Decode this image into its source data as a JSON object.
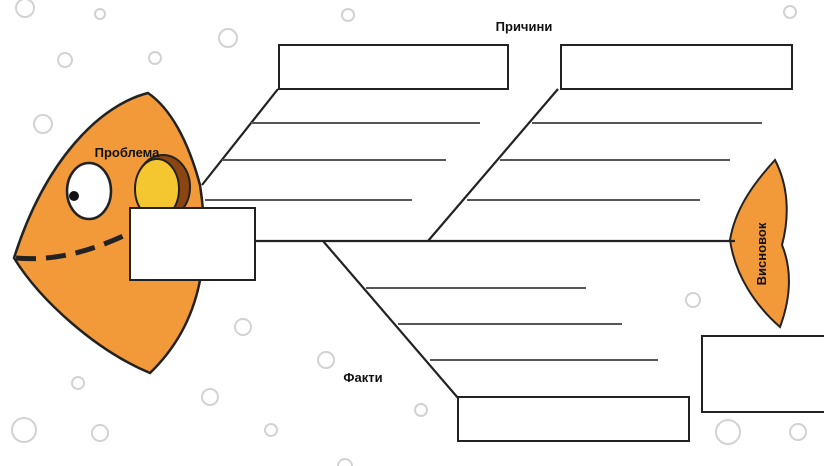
{
  "labels": {
    "causes": "Причини",
    "problem": "Проблема",
    "facts": "Факти",
    "conclusion": "Висновок"
  },
  "colors": {
    "fish_body": "#f2993a",
    "eye_yellow": "#f4c62f",
    "eye_brown": "#8b4513",
    "outline": "#222222",
    "rib_line": "#555555",
    "bubble": "#d2d2d2"
  },
  "icons": {
    "fish": "fishbone-diagram",
    "bubbles": "bubble-decoration"
  }
}
